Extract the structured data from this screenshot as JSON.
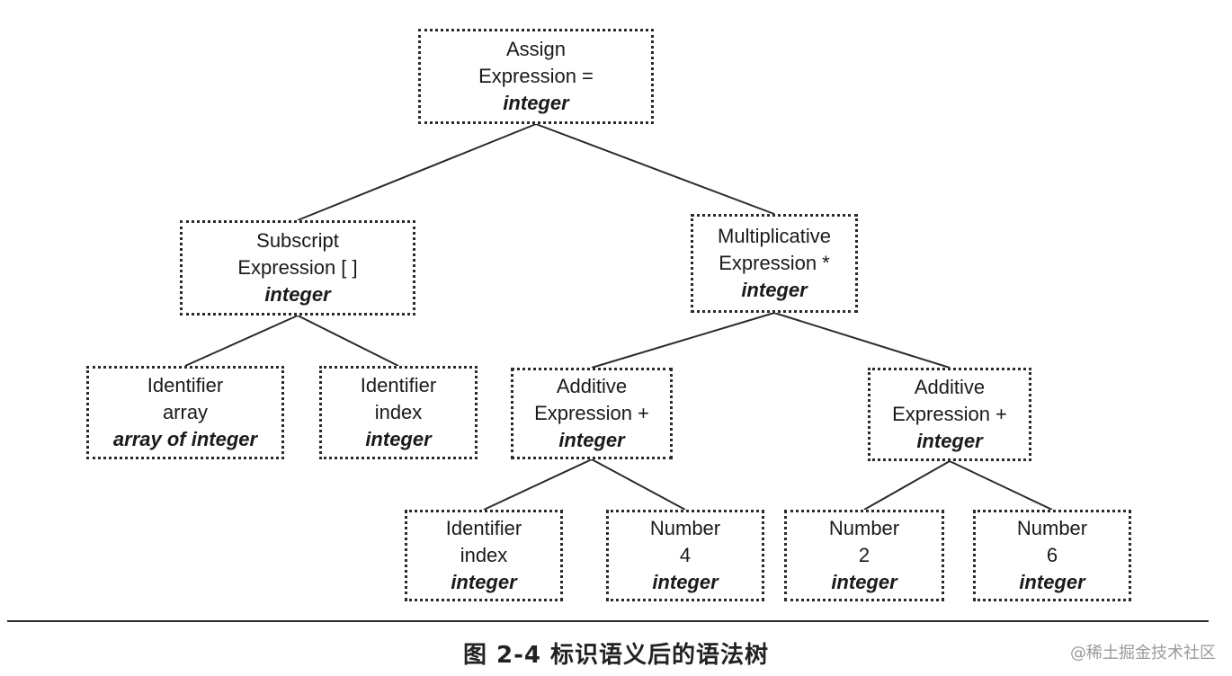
{
  "nodes": {
    "assign": {
      "label1": "Assign",
      "label2": "Expression =",
      "type": "integer"
    },
    "subscript": {
      "label1": "Subscript",
      "label2": "Expression [ ]",
      "type": "integer"
    },
    "multiplicative": {
      "label1": "Multiplicative",
      "label2": "Expression *",
      "type": "integer"
    },
    "id_array": {
      "label1": "Identifier",
      "label2": "array",
      "type": "array of integer"
    },
    "id_index_top": {
      "label1": "Identifier",
      "label2": "index",
      "type": "integer"
    },
    "additive_left": {
      "label1": "Additive",
      "label2": "Expression +",
      "type": "integer"
    },
    "additive_right": {
      "label1": "Additive",
      "label2": "Expression +",
      "type": "integer"
    },
    "id_index_bottom": {
      "label1": "Identifier",
      "label2": "index",
      "type": "integer"
    },
    "number_4": {
      "label1": "Number",
      "label2": "4",
      "type": "integer"
    },
    "number_2": {
      "label1": "Number",
      "label2": "2",
      "type": "integer"
    },
    "number_6": {
      "label1": "Number",
      "label2": "6",
      "type": "integer"
    }
  },
  "edges": [
    [
      "assign",
      "subscript"
    ],
    [
      "assign",
      "multiplicative"
    ],
    [
      "subscript",
      "id_array"
    ],
    [
      "subscript",
      "id_index_top"
    ],
    [
      "multiplicative",
      "additive_left"
    ],
    [
      "multiplicative",
      "additive_right"
    ],
    [
      "additive_left",
      "id_index_bottom"
    ],
    [
      "additive_left",
      "number_4"
    ],
    [
      "additive_right",
      "number_2"
    ],
    [
      "additive_right",
      "number_6"
    ]
  ],
  "caption": "图 2-4   标识语义后的语法树",
  "watermark": "@稀土掘金技术社区",
  "colors": {
    "stroke": "#2a2a2a",
    "text": "#1a1a1a"
  }
}
